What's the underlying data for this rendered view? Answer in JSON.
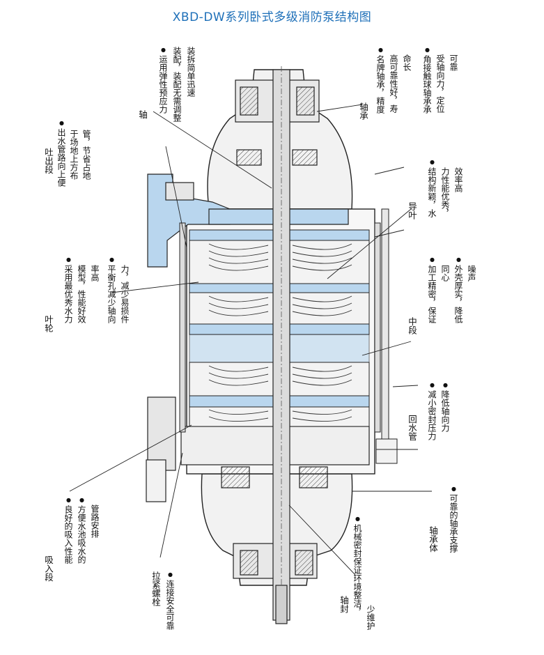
{
  "title": "XBD-DW系列卧式多级消防泵结构图",
  "labels": {
    "discharge": {
      "head": "吐出段",
      "lines": [
        "出水管路向上便",
        "于场地上方布",
        "管，节省占地"
      ]
    },
    "shaft": {
      "head": "轴",
      "lines": [
        "运用弹性预应力",
        "装配，装配无需调整",
        "装拆简单迅速"
      ]
    },
    "bearing": {
      "head": "轴承",
      "lines": [
        "名牌轴承，精度",
        "高可靠性好，寿",
        "命长"
      ],
      "lines2": [
        "角接触球轴承承",
        "受轴向力，定位",
        "可靠"
      ]
    },
    "guide_vane": {
      "head": "导叶",
      "lines": [
        "结构新颖，水",
        "力性能优秀，",
        "效率高"
      ]
    },
    "impeller": {
      "head": "叶轮",
      "lines": [
        "采用最优秀水力",
        "模型，性能好效",
        "率高"
      ],
      "lines2": [
        "平衡孔减少轴向",
        "力，减少易损件"
      ]
    },
    "middle": {
      "head": "中段",
      "lines": [
        "加工精密，保证",
        "同心"
      ],
      "lines2": [
        "外壳厚实，降低",
        "噪声"
      ]
    },
    "return_pipe": {
      "head": "回水管",
      "lines": [
        "减小密封压力"
      ],
      "lines2": [
        "降低轴向力"
      ]
    },
    "bearing_body": {
      "head": "轴承体",
      "lines": [
        "可靠的轴承支撑"
      ]
    },
    "suction": {
      "head": "吸入段",
      "lines": [
        "良好的吸入性能"
      ],
      "lines2": [
        "方便水池吸水的",
        "管路安排"
      ]
    },
    "tie_bolt": {
      "head": "拉紧螺栓",
      "lines": [
        "连接安全可靠"
      ]
    },
    "shaft_seal": {
      "head": "轴封",
      "lines": [
        "机械密封保证环境整洁，",
        "少维护"
      ]
    }
  },
  "colors": {
    "title": "#1d6fb8",
    "water": "#b9d6ee",
    "metal": "#e6e6e6",
    "line": "#222222"
  }
}
